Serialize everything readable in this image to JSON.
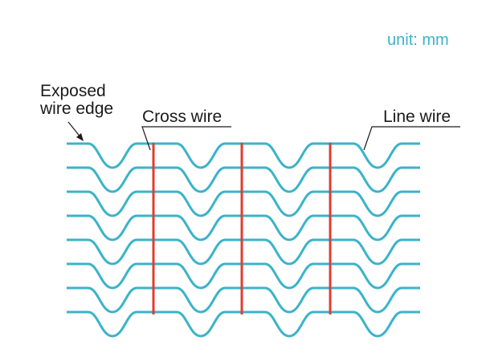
{
  "unit_label": "unit: mm",
  "labels": {
    "exposed_edge_line1": "Exposed",
    "exposed_edge_line2": "wire edge",
    "cross_wire": "Cross wire",
    "line_wire": "Line wire"
  },
  "colors": {
    "line_wire": "#3bb3c9",
    "cross_wire": "#e03c31",
    "unit_text": "#3bb3c9",
    "label_text": "#1a1a1a"
  },
  "line_wire_count": 8,
  "cross_wire_count": 3
}
